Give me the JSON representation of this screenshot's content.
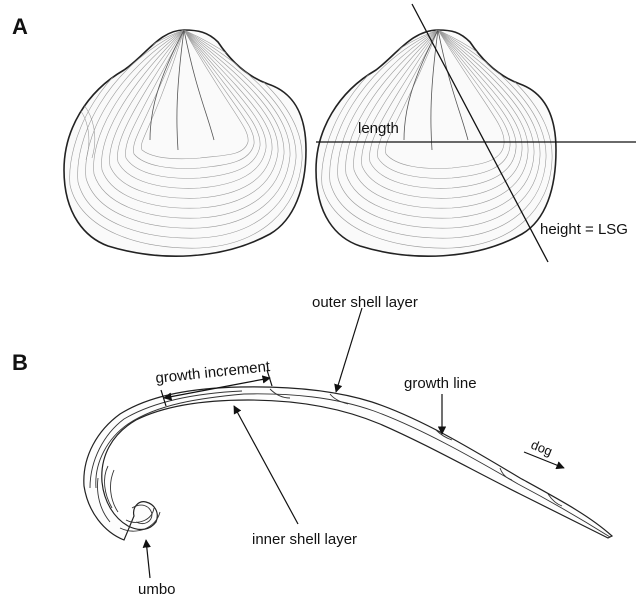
{
  "panel_a": {
    "letter": "A",
    "length_label": "length",
    "height_label": "height = LSG"
  },
  "panel_b": {
    "letter": "B",
    "labels": {
      "outer_shell_layer": "outer shell layer",
      "growth_increment": "growth increment",
      "growth_line": "growth line",
      "dog": "dog",
      "inner_shell_layer": "inner shell layer",
      "umbo": "umbo"
    }
  },
  "colors": {
    "outline": "#222222",
    "background": "#ffffff",
    "growth_rings": "#9a9a9a"
  }
}
